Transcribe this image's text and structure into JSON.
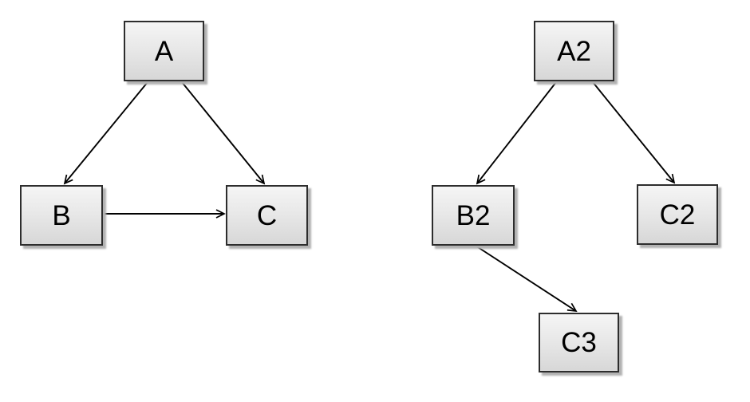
{
  "diagram": {
    "background_color": "#ffffff",
    "left_graph": {
      "nodes": [
        {
          "id": "A",
          "label": "A"
        },
        {
          "id": "B",
          "label": "B"
        },
        {
          "id": "C",
          "label": "C"
        }
      ],
      "edges": [
        {
          "from": "A",
          "to": "B",
          "directed": true
        },
        {
          "from": "A",
          "to": "C",
          "directed": true
        },
        {
          "from": "B",
          "to": "C",
          "directed": true
        }
      ]
    },
    "right_graph": {
      "nodes": [
        {
          "id": "A2",
          "label": "A2"
        },
        {
          "id": "B2",
          "label": "B2"
        },
        {
          "id": "C2",
          "label": "C2"
        },
        {
          "id": "C3",
          "label": "C3"
        }
      ],
      "edges": [
        {
          "from": "A2",
          "to": "B2",
          "directed": true
        },
        {
          "from": "A2",
          "to": "C2",
          "directed": true
        },
        {
          "from": "B2",
          "to": "C3",
          "directed": true
        }
      ]
    },
    "colors": {
      "node_border": "#2d2d2d",
      "node_fill_top": "#f5f5f5",
      "node_fill_bottom": "#d7d7d7",
      "node_shadow": "#b2b2b2",
      "edge_stroke": "#000000",
      "label_text": "#000000"
    }
  }
}
